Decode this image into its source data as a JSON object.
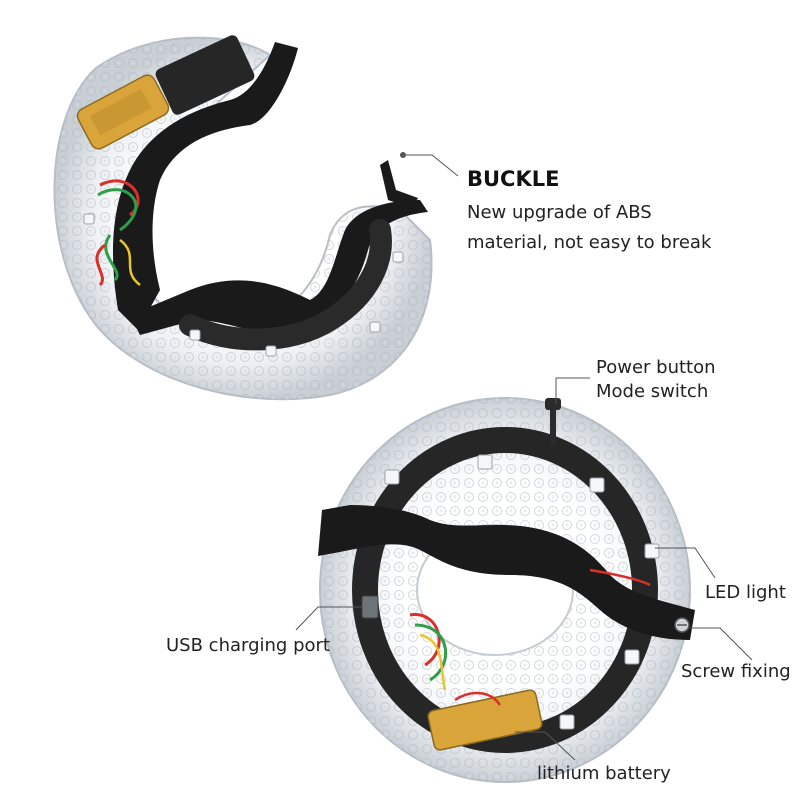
{
  "labels": {
    "buckle_title": "BUCKLE",
    "buckle_line1": "New upgrade of ABS",
    "buckle_line2": "material, not easy to break",
    "power_button": "Power button",
    "mode_switch": "Mode switch",
    "led_light": "LED light",
    "usb_port": "USB charging port",
    "screw_fixing": "Screw fixing",
    "lithium_battery": "lithium battery"
  },
  "colors": {
    "background": "#ffffff",
    "clamp": "#1a1a1a",
    "shell": "#e4e8ec",
    "battery": "#d9a53a",
    "wire_red": "#d9302a",
    "wire_green": "#2e9e4a",
    "wire_yellow": "#e8c530",
    "text": "#222222"
  }
}
